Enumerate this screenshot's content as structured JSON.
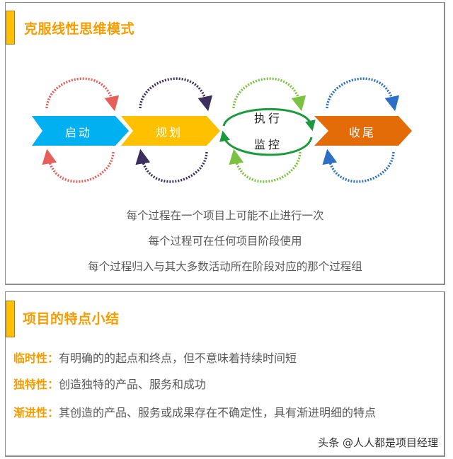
{
  "section1": {
    "title": "克服线性思维模式",
    "diagram": {
      "stages": [
        {
          "label": "启动",
          "color": "#00b0f0"
        },
        {
          "label": "规划",
          "color": "#ffc000"
        },
        {
          "label_top": "执行",
          "label_bottom": "监控",
          "color": "#1a9a3c"
        },
        {
          "label": "收尾",
          "color": "#e36c09"
        }
      ],
      "loop_colors": [
        "#e5605a",
        "#3b2f5e",
        "#7cc242",
        "#2d6fc4"
      ]
    },
    "notes": [
      "每个过程在一个项目上可能不止进行一次",
      "每个过程可在任何项目阶段使用",
      "每个过程归入与其大多数活动所在阶段对应的那个过程组"
    ]
  },
  "section2": {
    "title": "项目的特点小结",
    "items": [
      {
        "key": "临时性：",
        "text": "有明确的的起点和终点，但不意味着持续时间短"
      },
      {
        "key": "独特性：",
        "text": "创造独特的产品、服务和成功"
      },
      {
        "key": "渐进性：",
        "text": "其创造的产品、服务或成果存在不确定性，具有渐进明细的特点"
      }
    ]
  },
  "watermark": "头条 @人人都是项目经理"
}
